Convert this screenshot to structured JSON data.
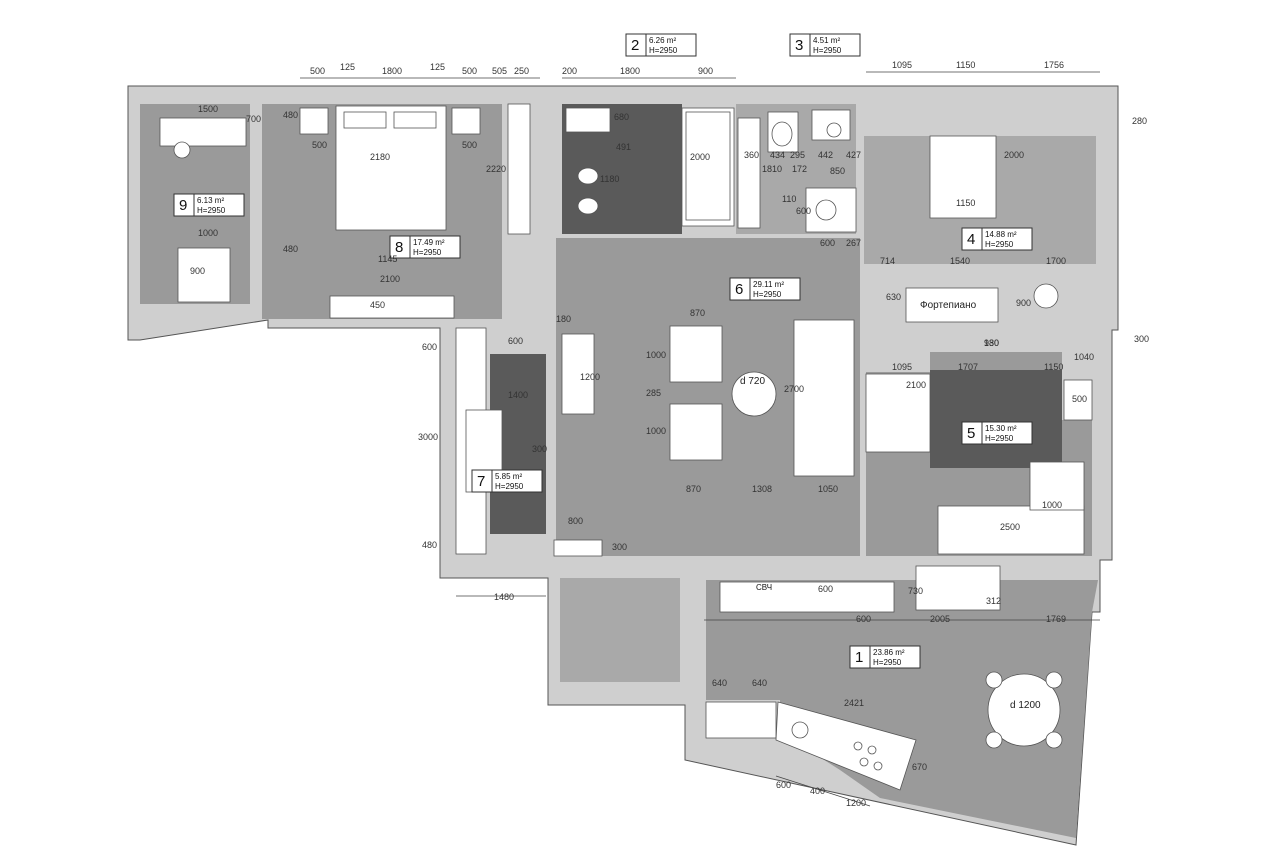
{
  "rooms": [
    {
      "id": "1",
      "area": "23.86 m²",
      "height": "H=2950"
    },
    {
      "id": "2",
      "area": "6.26 m²",
      "height": "H=2950"
    },
    {
      "id": "3",
      "area": "4.51 m²",
      "height": "H=2950"
    },
    {
      "id": "4",
      "area": "14.88 m²",
      "height": "H=2950"
    },
    {
      "id": "5",
      "area": "15.30 m²",
      "height": "H=2950"
    },
    {
      "id": "6",
      "area": "29.11 m²",
      "height": "H=2950"
    },
    {
      "id": "7",
      "area": "5.85 m²",
      "height": "H=2950"
    },
    {
      "id": "8",
      "area": "17.49 m²",
      "height": "H=2950"
    },
    {
      "id": "9",
      "area": "6.13 m²",
      "height": "H=2950"
    }
  ],
  "furniture": {
    "piano_label": "Фортепиано",
    "table_kitchen": "d 1200",
    "table_living": "d 720",
    "meter_label": "СВЧ"
  },
  "dims": {
    "top": [
      "500",
      "125",
      "1800",
      "125",
      "500",
      "505",
      "250",
      "200",
      "1800",
      "900",
      "1095",
      "1150",
      "1756"
    ],
    "room8": [
      "1500",
      "700",
      "1000",
      "900",
      "480",
      "500",
      "500",
      "2180",
      "2220",
      "1145",
      "2100",
      "450",
      "480"
    ],
    "room2": [
      "680",
      "491",
      "2000",
      "1180",
      "360",
      "434",
      "295",
      "442",
      "427",
      "172",
      "850",
      "1810",
      "600",
      "110",
      "600",
      "267"
    ],
    "room4": [
      "2000",
      "1150",
      "714",
      "1540",
      "1700",
      "630",
      "900",
      "180",
      "280"
    ],
    "room6": [
      "180",
      "1200",
      "870",
      "1000",
      "285",
      "1000",
      "2700",
      "870",
      "1308",
      "1050",
      "800",
      "300",
      "300",
      "1400",
      "600"
    ],
    "room7": [
      "600",
      "3000",
      "480",
      "1480"
    ],
    "room5": [
      "1095",
      "1707",
      "1150",
      "1040",
      "500",
      "2100",
      "930",
      "1000",
      "2500",
      "300"
    ],
    "kitchen": [
      "600",
      "730",
      "312",
      "600",
      "2005",
      "1769",
      "640",
      "640",
      "2421",
      "670",
      "600",
      "400",
      "1200"
    ]
  }
}
